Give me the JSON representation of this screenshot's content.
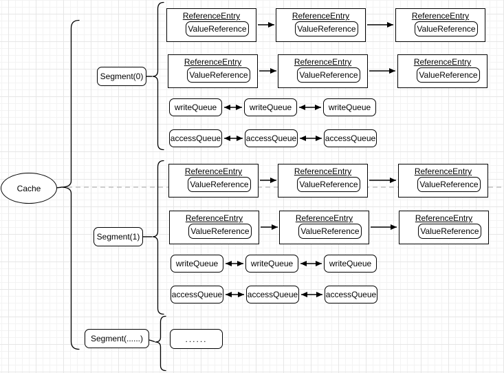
{
  "diagram": {
    "root": {
      "label": "Cache"
    },
    "segments": [
      {
        "label": "Segment(0)"
      },
      {
        "label": "Segment(1)"
      },
      {
        "label": "Segment(......)"
      }
    ],
    "labels": {
      "reference_entry": "ReferenceEntry",
      "value_reference": "ValueReference",
      "write_queue": "writeQueue",
      "access_queue": "accessQueue",
      "ellipsis": "......"
    },
    "structure": {
      "reference_entry_rows_per_segment": 2,
      "reference_entry_chain_length": 3,
      "write_queue_chain_length": 3,
      "access_queue_chain_length": 3
    },
    "colors": {
      "stroke": "#000000",
      "shape_fill": "#ffffff",
      "dashed_guide": "#b3b3b3",
      "grid_minor": "#f3f3f3",
      "grid_major": "#e6e6e6"
    }
  }
}
